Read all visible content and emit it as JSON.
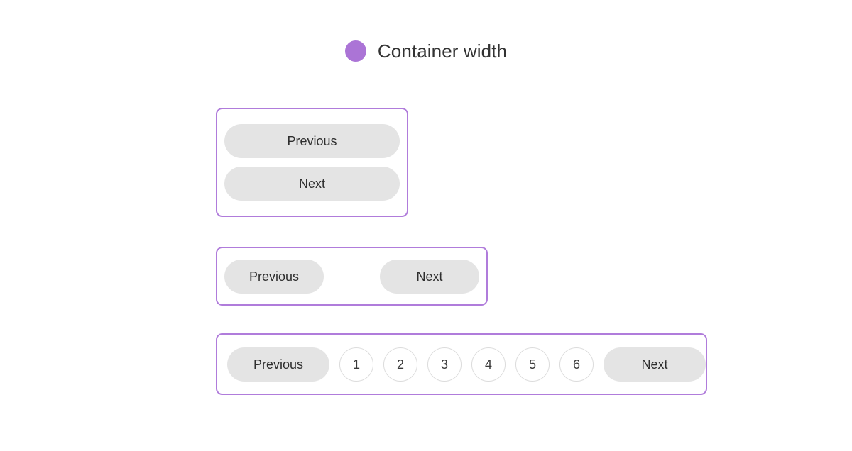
{
  "heading": {
    "dot_icon": "purple-circle-icon",
    "dot_color": "#ab74d6",
    "title": "Container width"
  },
  "theme": {
    "container_border": "#b07cdb",
    "button_fill": "#e4e4e4",
    "button_text": "#2e2e2e",
    "page_border": "#dcdcdc",
    "background": "#ffffff"
  },
  "demos": [
    {
      "name": "narrow",
      "previous_label": "Previous",
      "next_label": "Next"
    },
    {
      "name": "medium",
      "previous_label": "Previous",
      "next_label": "Next"
    },
    {
      "name": "wide",
      "previous_label": "Previous",
      "next_label": "Next",
      "pages": [
        "1",
        "2",
        "3",
        "4",
        "5",
        "6"
      ]
    }
  ]
}
